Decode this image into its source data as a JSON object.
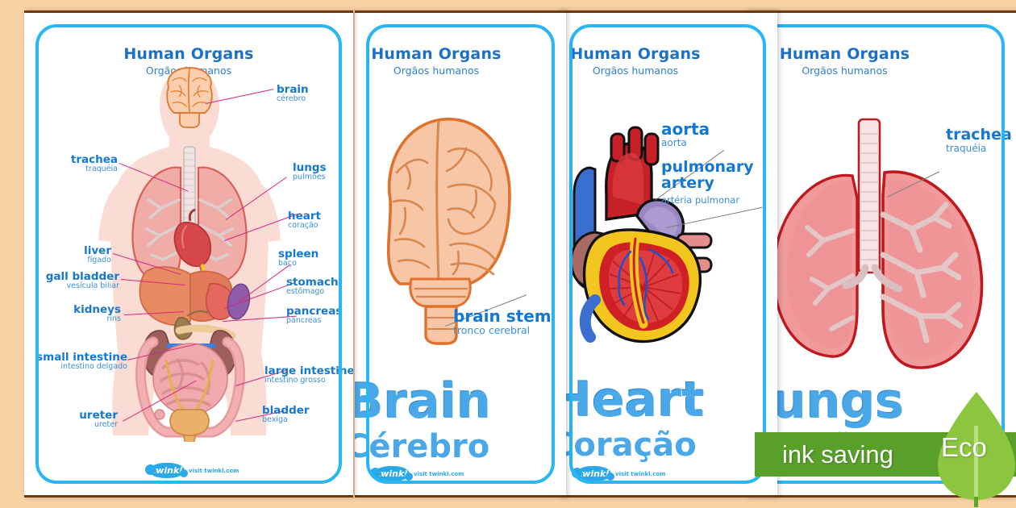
{
  "page": {
    "background_color": "#f9d2a4",
    "poster_border_color": "#29b6f2",
    "label_text_color": "#1577cf",
    "leader_line_color": "#d6267f"
  },
  "posters": [
    {
      "id": "human-organs-full-body",
      "title": "Human Organs",
      "subtitle": "Orgãos humanos",
      "footer_brand": "twinkl",
      "footer_url": "visit twinkl.com",
      "labels_left": [
        {
          "en": "trachea",
          "pt": "traquéia"
        },
        {
          "en": "liver",
          "pt": "fígado"
        },
        {
          "en": "gall bladder",
          "pt": "vesícula biliar"
        },
        {
          "en": "kidneys",
          "pt": "rins"
        },
        {
          "en": "small intestine",
          "pt": "intestino delgado"
        },
        {
          "en": "ureter",
          "pt": "ureter"
        }
      ],
      "labels_right": [
        {
          "en": "brain",
          "pt": "cérebro"
        },
        {
          "en": "lungs",
          "pt": "pulmões"
        },
        {
          "en": "heart",
          "pt": "coração"
        },
        {
          "en": "spleen",
          "pt": "baço"
        },
        {
          "en": "stomach",
          "pt": "estômago"
        },
        {
          "en": "pancreas",
          "pt": "pâncreas"
        },
        {
          "en": "large intestine",
          "pt": "intestino grosso"
        },
        {
          "en": "bladder",
          "pt": "bexiga"
        }
      ]
    },
    {
      "id": "brain",
      "title": "Human Organs",
      "subtitle": "Orgãos humanos",
      "big_word_en": "Brain",
      "big_word_pt": "Cérebro",
      "footer_brand": "twinkl",
      "footer_url": "visit twinkl.com",
      "labels": [
        {
          "en": "brain stem",
          "pt": "tronco cerebral"
        }
      ]
    },
    {
      "id": "heart",
      "title": "Human Organs",
      "subtitle": "Orgãos humanos",
      "big_word_en": "Heart",
      "big_word_pt": "Coração",
      "footer_brand": "twinkl",
      "footer_url": "visit twinkl.com",
      "labels": [
        {
          "en": "aorta",
          "pt": "aorta"
        },
        {
          "en": "pulmonary artery",
          "pt": "artéria pulmonar"
        }
      ]
    },
    {
      "id": "lungs",
      "title": "Human Organs",
      "subtitle": "Orgãos humanos",
      "big_word_en": "Lungs",
      "big_word_pt": "Pulmões",
      "labels": [
        {
          "en": "trachea",
          "pt": "traquéia"
        }
      ]
    }
  ],
  "eco_badge": {
    "text": "ink saving",
    "leaf_text": "Eco",
    "bar_color": "#59a02a",
    "leaf_color": "#8cc63e"
  }
}
